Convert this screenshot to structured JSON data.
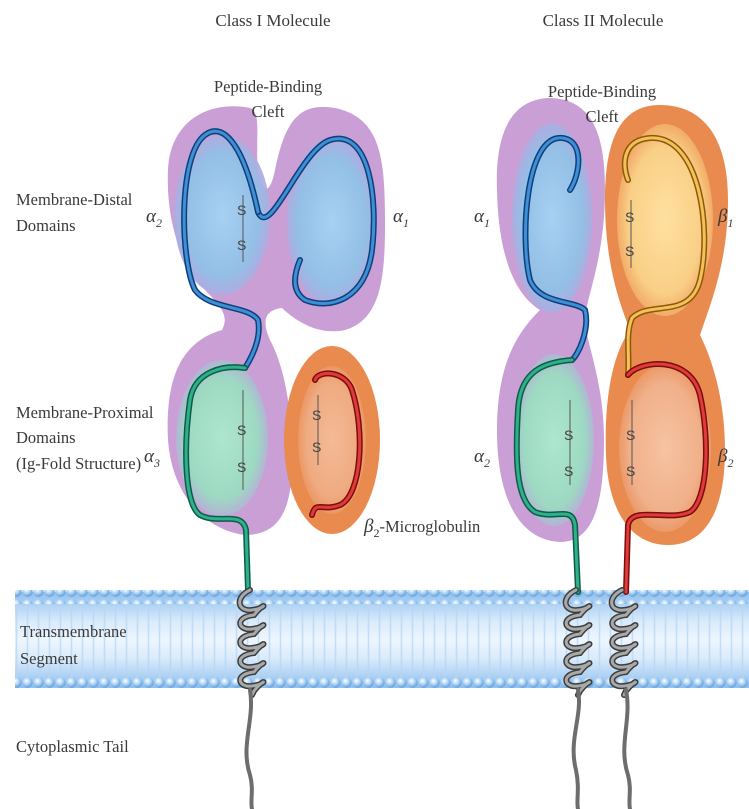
{
  "headers": {
    "class1": "Class I Molecule",
    "class2": "Class II Molecule"
  },
  "cleft": {
    "class1": {
      "line1": "Peptide-Binding",
      "line2": "Cleft"
    },
    "class2": {
      "line1": "Peptide-Binding",
      "line2": "Cleft"
    }
  },
  "side_labels": {
    "distal": {
      "line1": "Membrane-Distal",
      "line2": "Domains"
    },
    "proximal": {
      "line1": "Membrane-Proximal",
      "line2": "Domains",
      "line3": "(Ig-Fold Structure)"
    },
    "transmembrane": {
      "line1": "Transmembrane",
      "line2": "Segment"
    },
    "cytoplasmic": "Cytoplasmic Tail"
  },
  "domains": {
    "class1": {
      "alpha1": {
        "symbol": "α",
        "sub": "1"
      },
      "alpha2": {
        "symbol": "α",
        "sub": "2"
      },
      "alpha3": {
        "symbol": "α",
        "sub": "3"
      },
      "b2m": {
        "symbol": "β",
        "sub": "2",
        "suffix": "-Microglobulin"
      }
    },
    "class2": {
      "alpha1": {
        "symbol": "α",
        "sub": "1"
      },
      "alpha2": {
        "symbol": "α",
        "sub": "2"
      },
      "beta1": {
        "symbol": "β",
        "sub": "1"
      },
      "beta2": {
        "symbol": "β",
        "sub": "2"
      }
    }
  },
  "disulfide_letter": "S",
  "colors": {
    "purple_blob": "#c79bd3",
    "orange_blob": "#e8894a",
    "blue_fill": "#9cc6ea",
    "green_fill": "#a3dcc6",
    "yellow_fill": "#f8d28a",
    "peach_fill": "#f0b58e",
    "blue_chain": "#1d64a8",
    "green_chain": "#1d8a6c",
    "red_chain": "#c91d1d",
    "yellow_chain": "#d49b1a",
    "membrane_blue": "#9fc8ef",
    "coil_gray": "#8a8a8a"
  }
}
